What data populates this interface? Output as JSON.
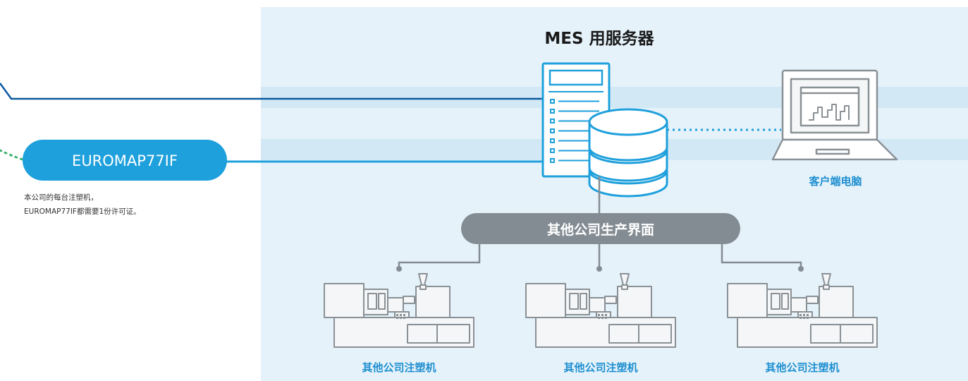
{
  "server": {
    "title": "MES 用服务器"
  },
  "client": {
    "label": "客户端电脑"
  },
  "interface": {
    "label": "EUROMAP77IF"
  },
  "note": {
    "line1": "本公司的每台注塑机，",
    "line2": "EUROMAP77IF都需要1份许可证。"
  },
  "other_interface": {
    "label": "其他公司生产界面"
  },
  "machines": [
    {
      "label": "其他公司注塑机"
    },
    {
      "label": "其他公司注塑机"
    },
    {
      "label": "其他公司注塑机"
    }
  ],
  "colors": {
    "panel_bg": "#e5f2fa",
    "panel_band": "#d3e8f5",
    "accent_blue": "#1ea0dc",
    "dark_blue": "#0a5aa0",
    "gray_pill": "#848c93",
    "outline_gray": "#8a9196",
    "green_dots": "#3cb46e"
  }
}
